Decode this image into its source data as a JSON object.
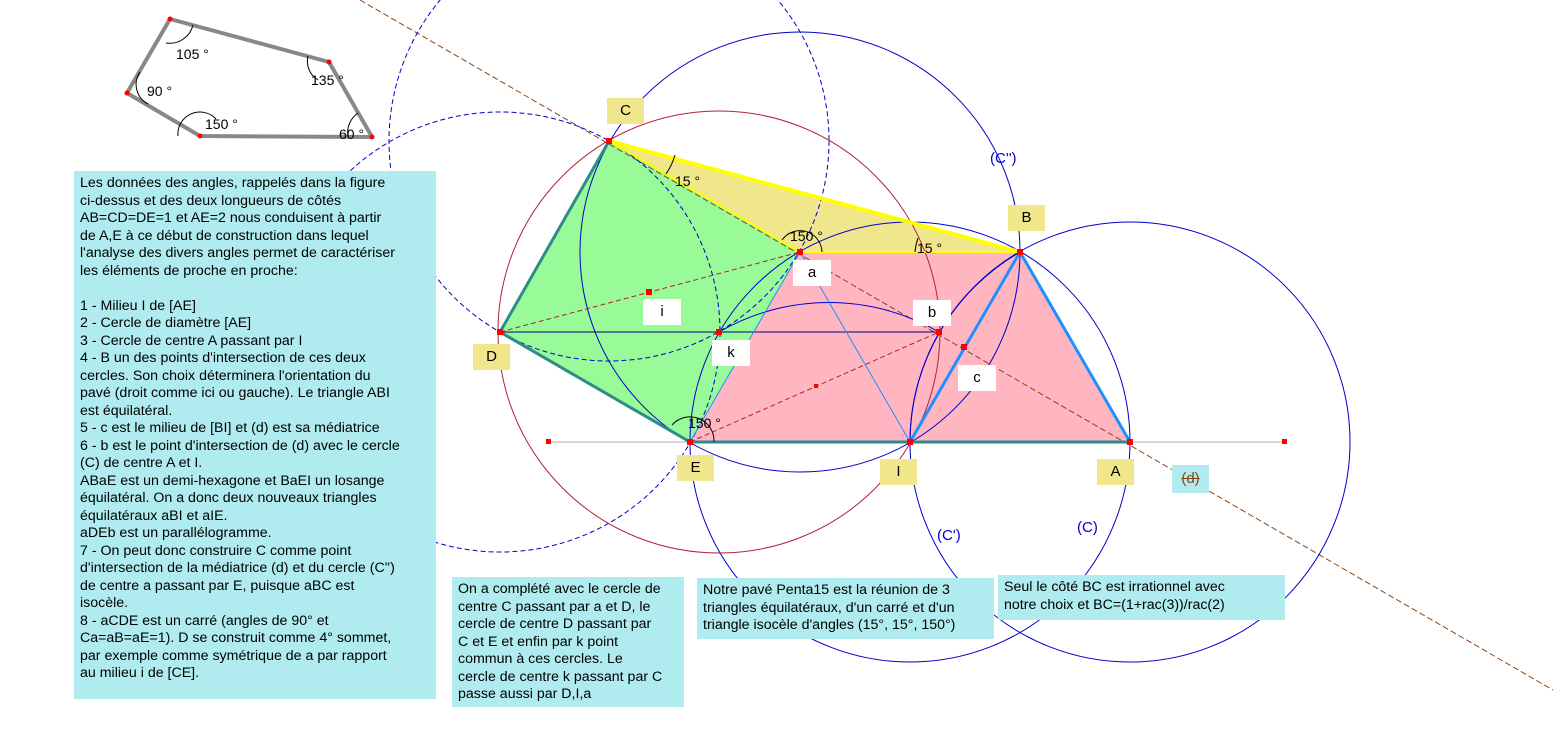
{
  "points": {
    "A": "A",
    "B": "B",
    "C": "C",
    "D": "D",
    "E": "E",
    "I": "I",
    "a": "a",
    "b": "b",
    "c": "c",
    "i": "i",
    "k": "k"
  },
  "circles": {
    "C": "(C)",
    "C1": "(C')",
    "C2": "(C'')"
  },
  "line_d": "(d)",
  "angles": {
    "C_15": "15 °",
    "B_15": "15 °",
    "a_150": "150 °",
    "E_150": "150 °"
  },
  "small_figure": {
    "a105": "105 °",
    "a135": "135 °",
    "a90": "90 °",
    "a150": "150 °",
    "a60": "60 °"
  },
  "texts": {
    "main": " Les données des angles, rappelés dans la figure\nci-dessus et des deux longueurs de côtés\nAB=CD=DE=1 et AE=2 nous conduisent à partir\nde A,E à ce début de construction dans lequel\nl'analyse des divers angles permet de caractériser\nles éléments de proche en proche:\n\n1 - Milieu I  de [AE]\n2 - Cercle de diamètre [AE]\n3 - Cercle de centre A passant par I\n4 - B un des points d'intersection de ces deux\ncercles. Son choix déterminera l'orientation du\npavé (droit comme ici ou gauche). Le triangle ABI\nest équilatéral.\n5 -  c est le milieu de [BI] et (d) est sa médiatrice\n6  - b est le point d'intersection de (d) avec le cercle\n (C)  de centre A et I.\nABaE est un demi-hexagone et BaEI un losange\néquilatéral. On a donc deux nouveaux triangles\néquilatéraux aBI et aIE.\naDEb est un parallélogramme.\n7 -  On peut donc construire C comme point\nd'intersection de la médiatrice (d) et du cercle (C'')\nde centre a passant par E, puisque aBC est\nisocèle.\n8 -  aCDE est un carré (angles de 90° et\nCa=aB=aE=1). D se construit comme 4° sommet,\npar exemple comme symétrique de a par rapport\nau milieu i de [CE].",
    "completed": "On a complété avec le cercle de\n centre C passant par a et D, le\ncercle de centre D passant par\nC et E et enfin par k point\ncommun à ces cercles. Le\ncercle de centre k passant par C\n passe aussi par D,I,a",
    "penta": "Notre pavé Penta15 est la réunion de 3\ntriangles équilatéraux, d'un carré et d'un\ntriangle isocèle d'angles (15°, 15°, 150°)",
    "bc": "Seul le côté BC est irrationnel avec\nnotre choix et BC=(1+rac(3))/rac(2)"
  },
  "colors": {
    "green": "#98fb98",
    "pink": "#ffb6c1",
    "yellow_fill": "#f0e68c",
    "yellow_edge": "#ffff00",
    "teal": "#2e8b8b",
    "blue": "#0000cc",
    "crimson": "#b22234",
    "brown": "#8b4513",
    "box": "#b0ecef"
  }
}
